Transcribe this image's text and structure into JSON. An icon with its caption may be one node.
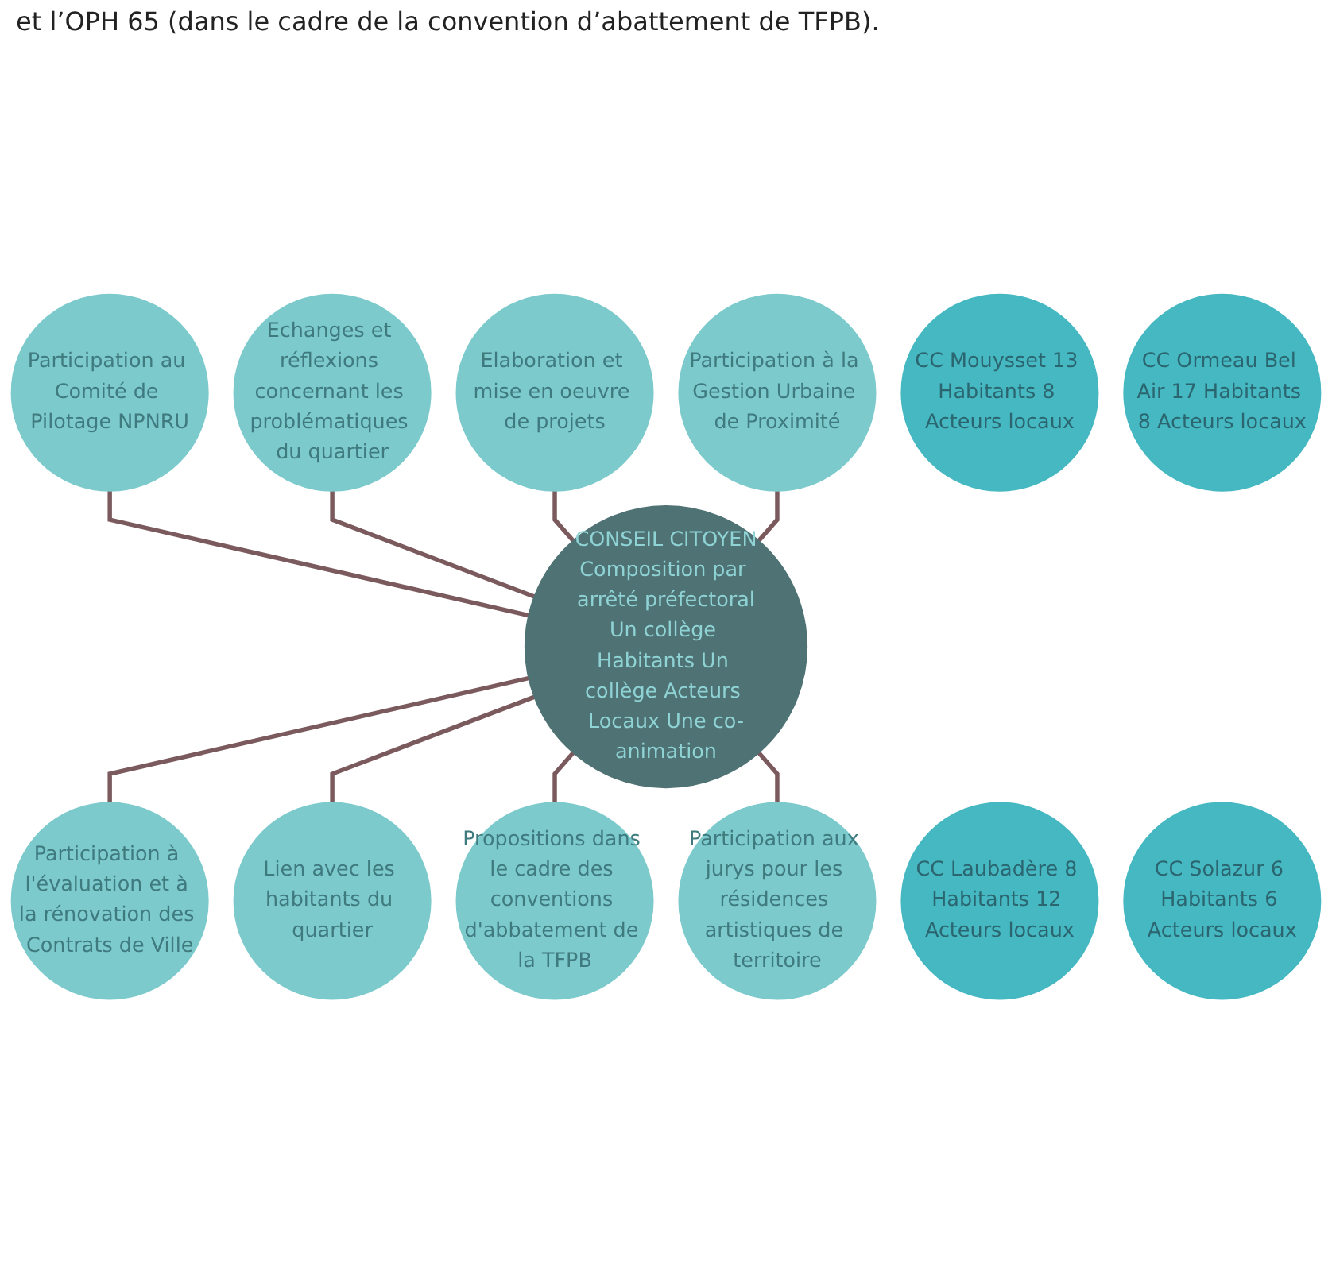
{
  "diagram": {
    "nodes": [
      {
        "text": [
          "Participation au Comité de Pilotage NPNRU"
        ]
      },
      {
        "text": [
          "Participation à l'évaluation et à la rénovation des Contrats de Ville"
        ]
      },
      {
        "text": [
          "CC Mouysset 13 Habitants 8 Acteurs locaux"
        ]
      },
      {
        "text": [
          "Echanges et réflexions concernant les problématiques du quartier"
        ]
      },
      {
        "text": [
          "Lien avec les habitants du quartier"
        ]
      },
      {
        "text": [
          "CONSEIL CITOYEN",
          "Composition par arrêté préfectoral",
          "Un collège Habitants Un collège Acteurs Locaux Une co-animation"
        ]
      },
      {
        "text": [
          "CC Laubadère 8 Habitants 12 Acteurs locaux"
        ]
      },
      {
        "text": [
          "CC Ormeau Bel Air 17 Habitants 8 Acteurs locaux"
        ]
      },
      {
        "text": [
          "Elaboration et mise en oeuvre de projets"
        ]
      },
      {
        "text": [
          "Propositions dans le cadre des conventions d'abbatement de la TFPB"
        ]
      },
      {
        "text": [
          "CC Solazur 6 Habitants 6 Acteurs locaux"
        ]
      },
      {
        "text": [
          "Participation à la Gestion Urbaine de Proximité"
        ]
      },
      {
        "text": [
          "Participation aux jurys pour les résidences artistiques de territoire"
        ]
      }
    ],
    "edges": [
      {
        "from": 5,
        "to": 0,
        "arrow": "none"
      },
      {
        "from": 5,
        "to": 1,
        "arrow": "none"
      },
      {
        "from": 5,
        "to": 3,
        "arrow": "none"
      },
      {
        "from": 5,
        "to": 4,
        "arrow": "none"
      },
      {
        "from": 5,
        "to": 8,
        "arrow": "none"
      },
      {
        "from": 5,
        "to": 9,
        "arrow": "none"
      },
      {
        "from": 5,
        "to": 11,
        "arrow": "none"
      },
      {
        "from": 5,
        "to": 12,
        "arrow": "none"
      }
    ],
    "labels": [
      "et l’OPH 65 (dans le cadre de la convention d’abattement de TFPB)."
    ]
  }
}
